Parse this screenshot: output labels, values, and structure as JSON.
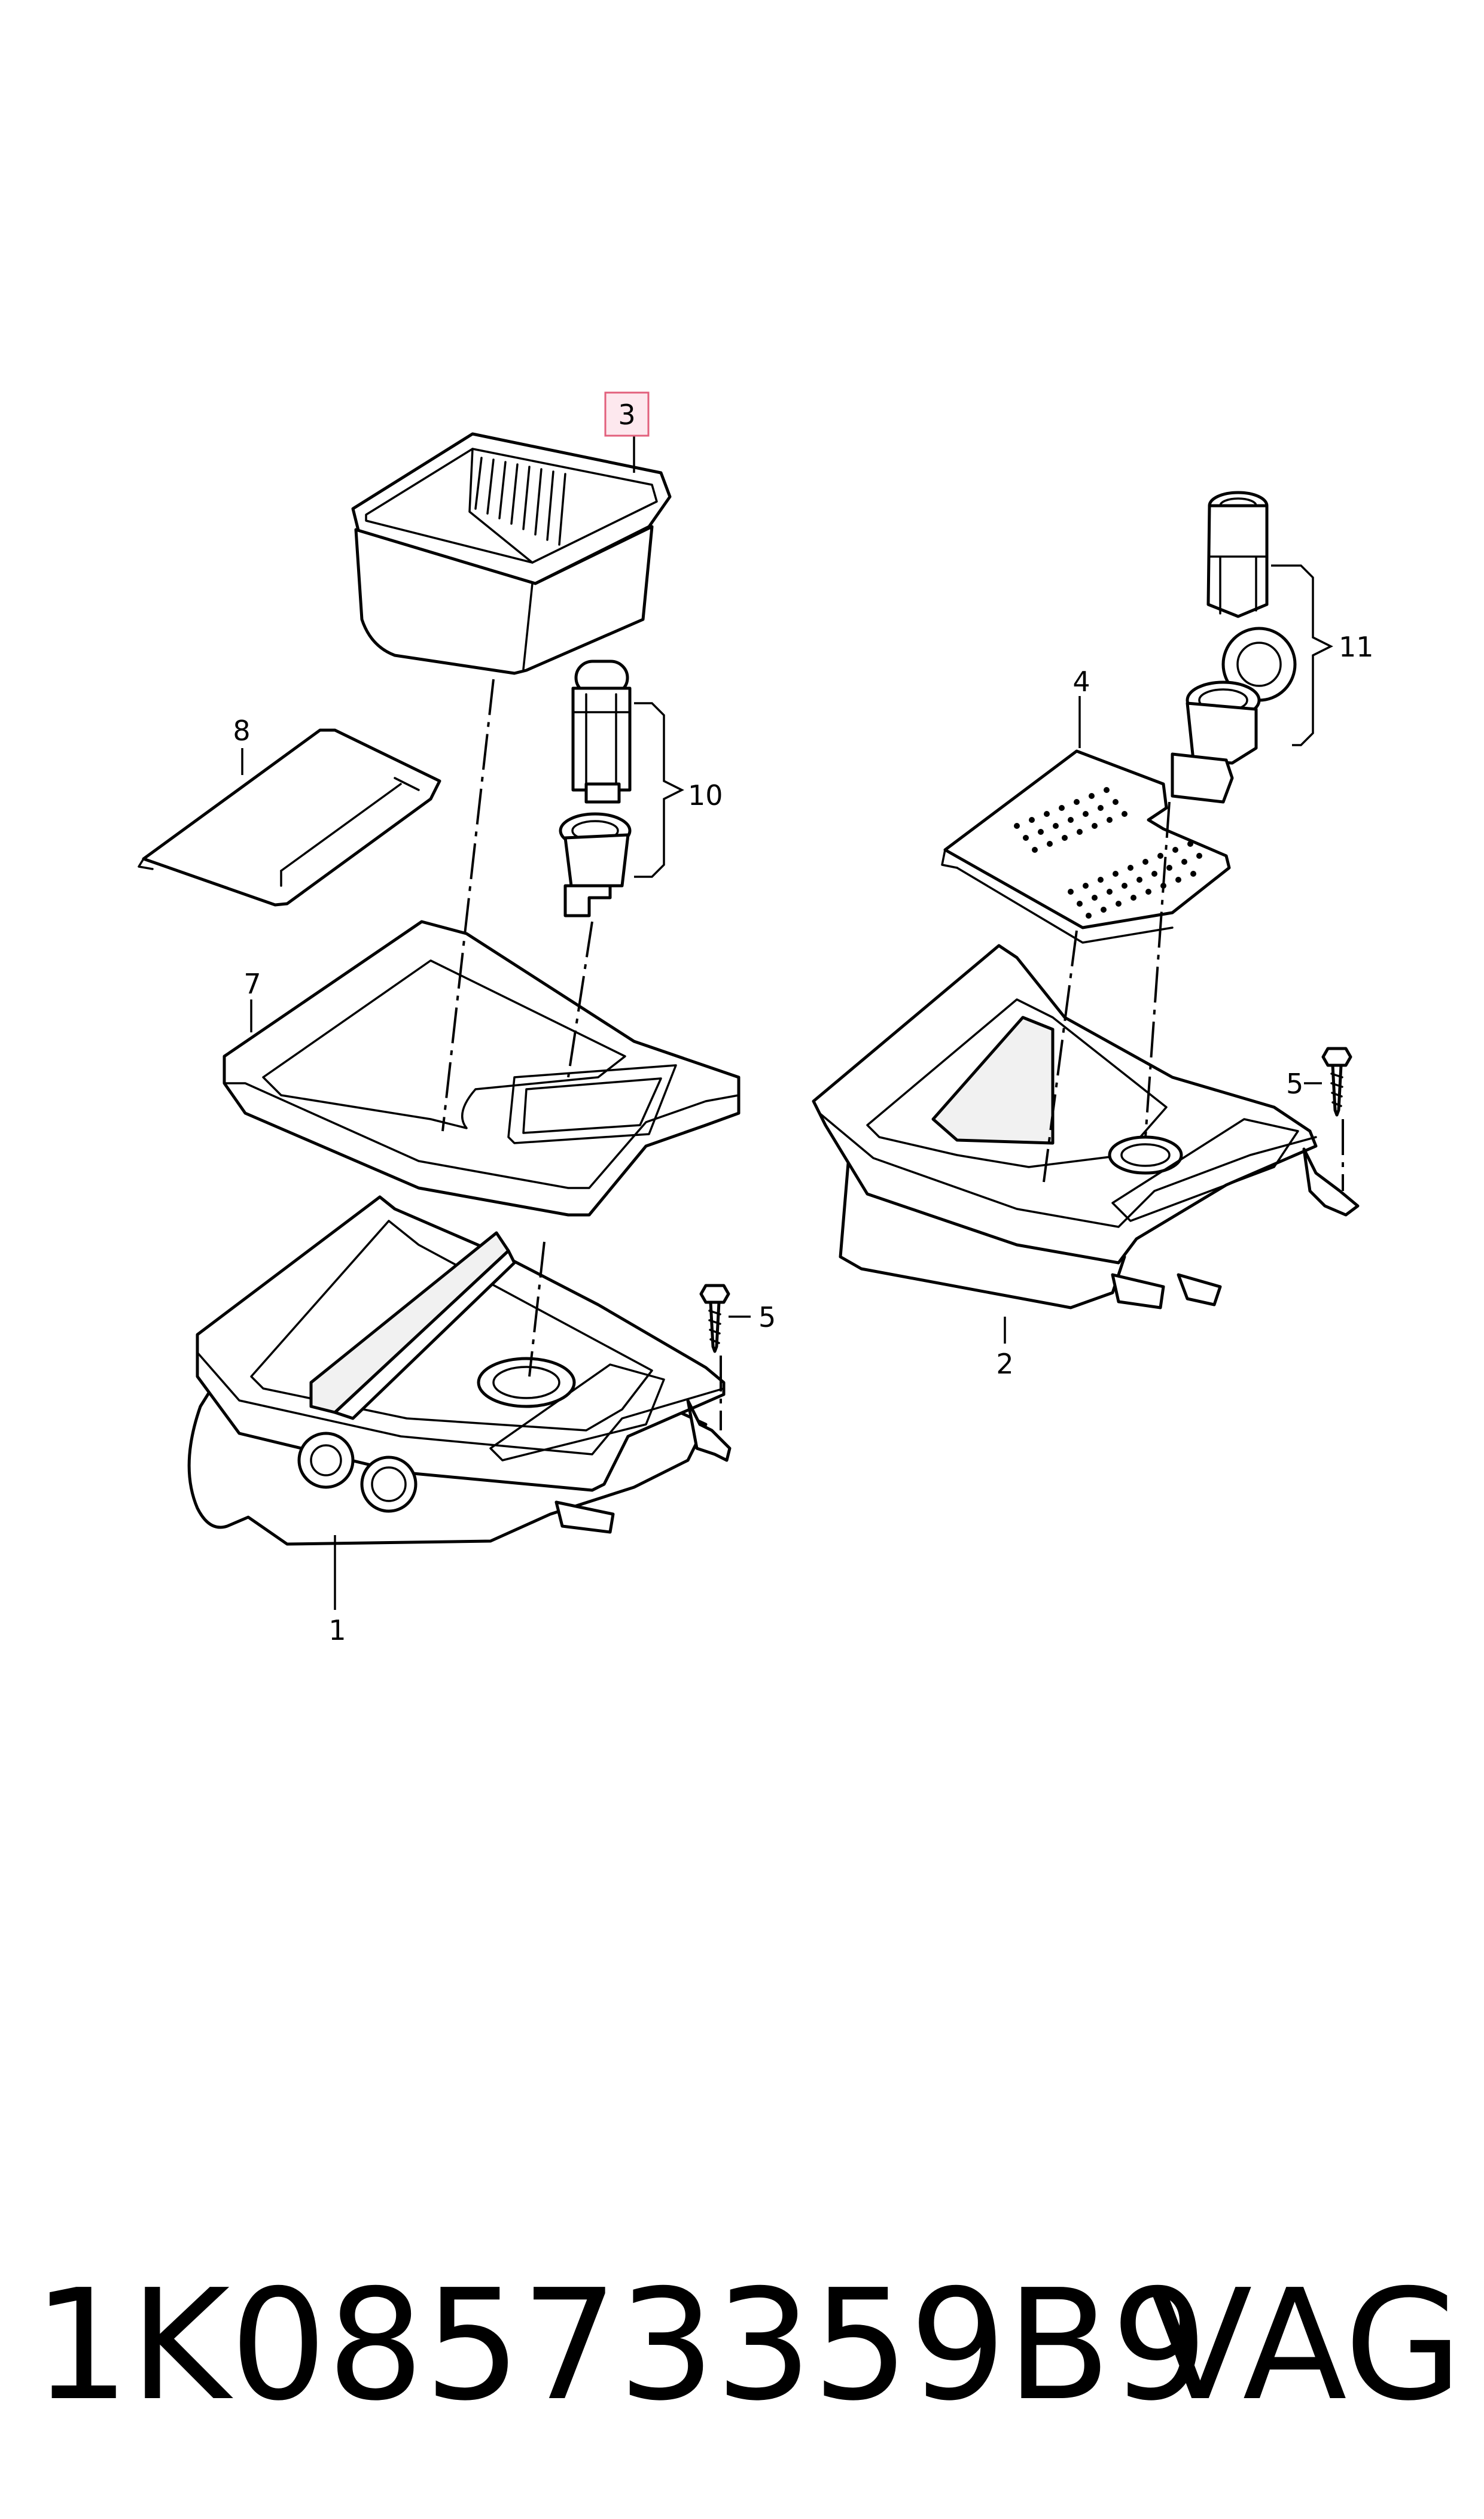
{
  "callouts": {
    "c1": "1",
    "c2": "2",
    "c3": "3",
    "c4": "4",
    "c5a": "5",
    "c5b": "5",
    "c7": "7",
    "c8": "8",
    "c10": "10",
    "c11": "11"
  },
  "highlight": {
    "callout": "3",
    "fill": "#fde8ee",
    "stroke": "#e2607c"
  },
  "footer": {
    "part_number": "1K08573359B9",
    "brand": "VAG"
  }
}
